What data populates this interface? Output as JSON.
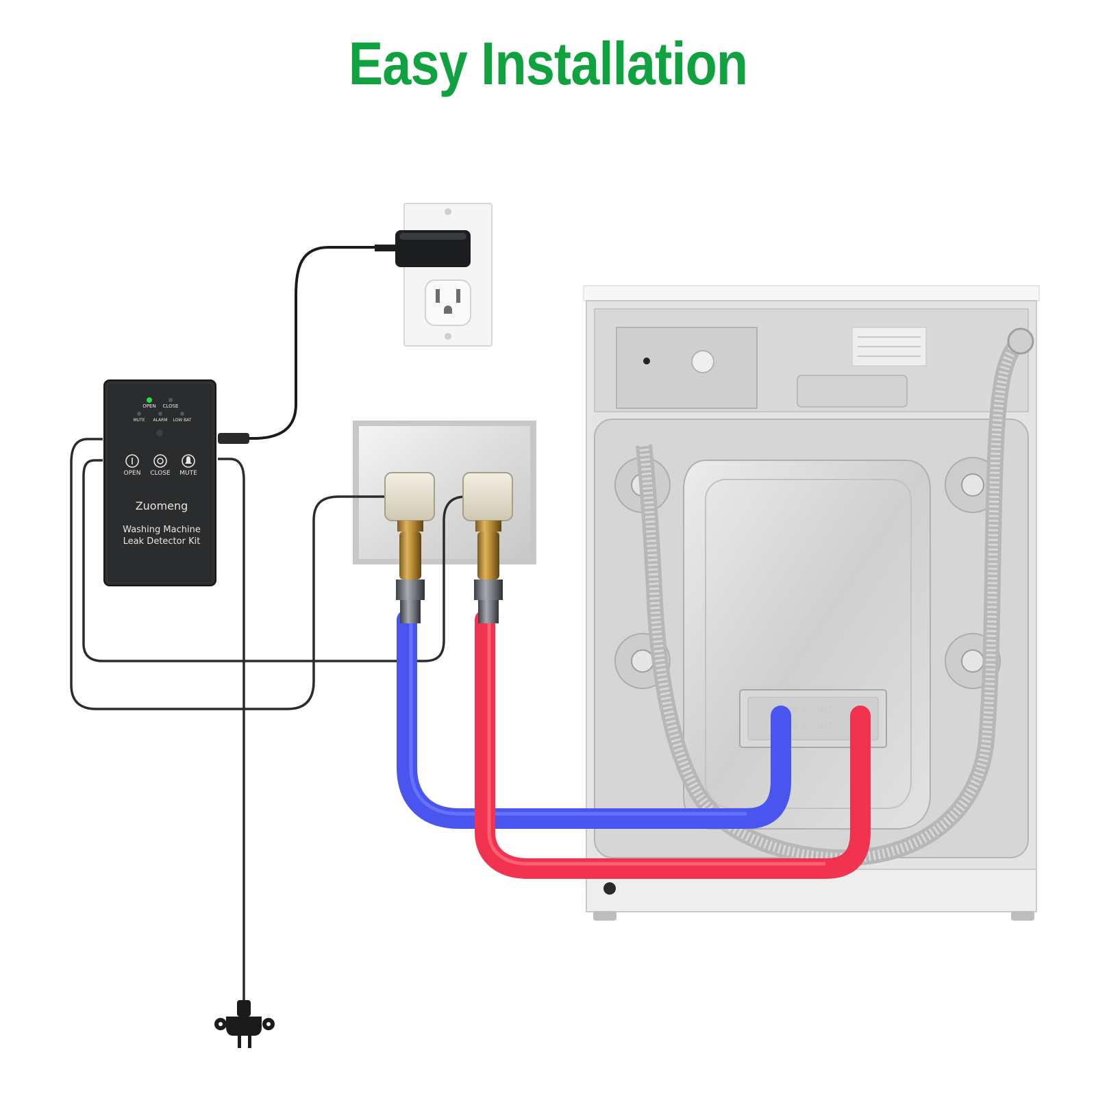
{
  "title": "Easy Installation",
  "controller": {
    "indicators": {
      "open": "OPEN",
      "close": "CLOSE",
      "mute": "MUTE",
      "alarm": "ALARM",
      "low_bat": "LOW BAT"
    },
    "buttons": {
      "open": "OPEN",
      "close": "CLOSE",
      "mute": "MUTE"
    },
    "brand": "Zuomeng",
    "product_line1": "Washing Machine",
    "product_line2": "Leak Detector Kit"
  },
  "machine_inlet_labels": {
    "cold": "COLD",
    "hot": "HOT"
  },
  "colors": {
    "title": "#0fa23f",
    "cold_hose": "#4a55f0",
    "hot_hose": "#f2334f",
    "controller_body": "#2a2c2e",
    "indicator_on": "#2bd94a"
  }
}
